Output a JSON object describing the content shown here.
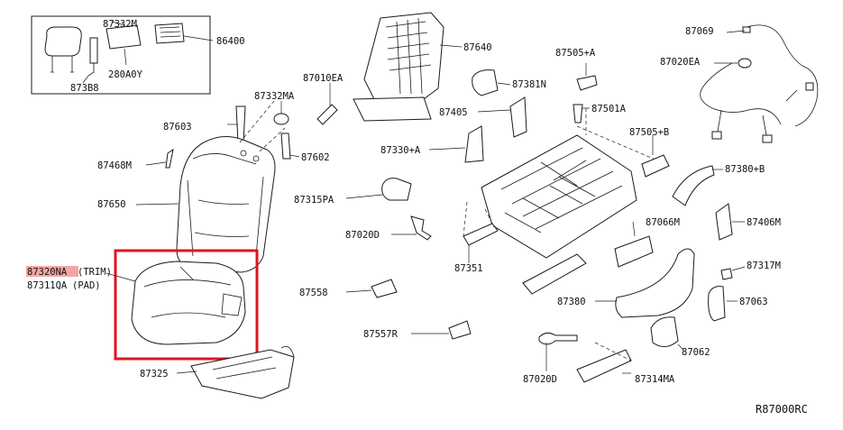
{
  "diagram": {
    "reference_code": "R87000RC",
    "highlight_color": "#e0141e",
    "label_highlight_color": "#f4a6a6",
    "parts": {
      "p87332M": "87332M",
      "p86400": "86400",
      "p873B8": "873B8",
      "p280A0Y": "280A0Y",
      "p87640": "87640",
      "p87010EA": "87010EA",
      "p87332MA": "87332MA",
      "p87603": "87603",
      "p87602": "87602",
      "p87468M": "87468M",
      "p87650": "87650",
      "p87320NA": "87320NA",
      "p87320NA_note": "(TRIM)",
      "p87311QA": "87311QA",
      "p87311QA_note": "(PAD)",
      "p87325": "87325",
      "p87505A": "87505+A",
      "p87381N": "87381N",
      "p87405": "87405",
      "p87501A": "87501A",
      "p87330A": "87330+A",
      "p87315PA": "87315PA",
      "p87020D_a": "87020D",
      "p87351": "87351",
      "p87558": "87558",
      "p87557R": "87557R",
      "p87020D_b": "87020D",
      "p87314MA": "87314MA",
      "p87069": "87069",
      "p87020EA": "87020EA",
      "p87505B": "87505+B",
      "p87380B": "87380+B",
      "p87406M": "87406M",
      "p87066M": "87066M",
      "p87317M": "87317M",
      "p87063": "87063",
      "p87380": "87380",
      "p87062": "87062"
    }
  }
}
